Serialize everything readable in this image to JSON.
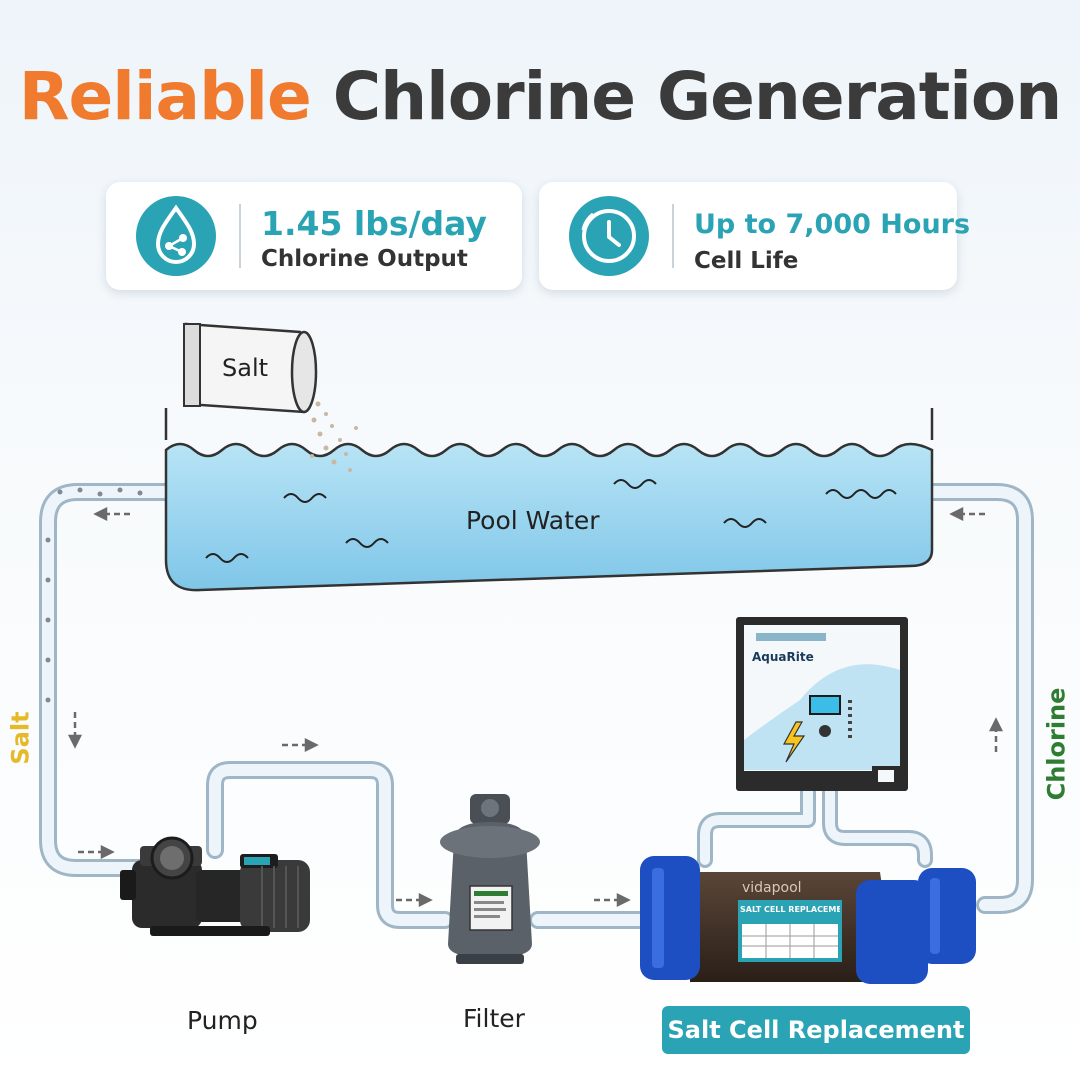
{
  "title": {
    "accent": "Reliable",
    "rest": "Chlorine Generation"
  },
  "stats": [
    {
      "value": "1.45 lbs/day",
      "label": "Chlorine Output",
      "icon": "water-drop-molecule-icon"
    },
    {
      "value": "Up to 7,000 Hours",
      "label": "Cell Life",
      "icon": "clock-icon"
    }
  ],
  "diagram": {
    "salt_bag": "Salt",
    "pool": "Pool Water",
    "pump": "Pump",
    "filter": "Filter",
    "salt_cell": "Salt Cell Replacement",
    "left_flow": "Salt",
    "right_flow": "Chlorine",
    "controller_brand": "AquaRite",
    "cell_brand": "vidapool",
    "cell_label": "SALT CELL REPLACEMENT"
  },
  "colors": {
    "accent_orange": "#f07a2d",
    "teal": "#2aa3b4",
    "salt_yellow": "#e6b92a",
    "chlorine_green": "#2f7d32",
    "water_blue": "#9dd6f0"
  }
}
